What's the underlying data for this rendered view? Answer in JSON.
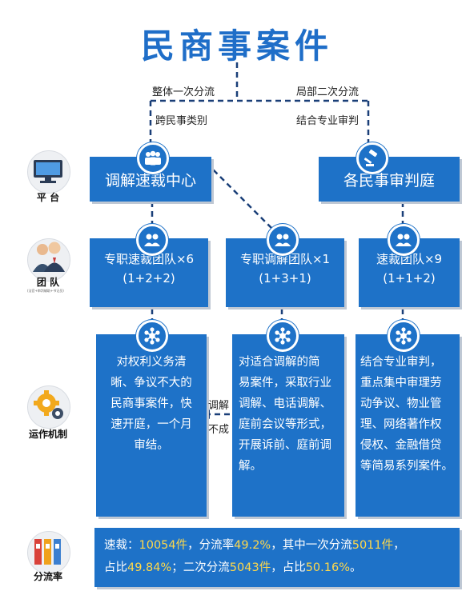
{
  "title": "民商事案件",
  "branches": {
    "left_line1": "整体一次分流",
    "left_line2": "跨民事类别",
    "right_line1": "局部二次分流",
    "right_line2": "结合专业审判"
  },
  "platforms": {
    "center": "调解速裁中心",
    "courts": "各民事审判庭"
  },
  "teams": [
    {
      "name": "专职速裁团队×6",
      "composition": "(1+2+2)"
    },
    {
      "name": "专职调解团队×1",
      "composition": "(1+3+1)"
    },
    {
      "name": "速裁团队×9",
      "composition": "(1+1+2)"
    }
  ],
  "operations": [
    {
      "lines": [
        "对权利义务清",
        "晰、争议不大的",
        "民商事案件，快",
        "速开庭，一个月",
        "审结。"
      ]
    },
    {
      "lines": [
        "对适合调解的简",
        "易案件，采取行业",
        "调解、电话调解、",
        "庭前会议等形式，",
        "开展诉前、庭前调",
        "解。"
      ]
    },
    {
      "lines": [
        "结合专业审判，",
        "重点集中审理劳",
        "动争议、物业管",
        "理、网络著作权",
        "侵权、金融借贷",
        "等简易系列案件。"
      ]
    }
  ],
  "mediation_fail": {
    "line1": "调解",
    "line2": "不成"
  },
  "side_labels": {
    "platform": "平 台",
    "team": "团 队",
    "team_sub": "(法官+审判辅助+书记员)",
    "operation": "运作机制",
    "diversion": "分流率"
  },
  "stats": {
    "l1_a": "速裁：",
    "l1_b": "10054件",
    "l1_c": "，分流率",
    "l1_d": "49.2%",
    "l1_e": "，其中一次分流",
    "l1_f": "5011件",
    "l1_g": "，",
    "l2_a": "占比",
    "l2_b": "49.84%",
    "l2_c": "；二次分流",
    "l2_d": "5043件",
    "l2_e": "，占比",
    "l2_f": "50.16%",
    "l2_g": "。"
  },
  "colors": {
    "primary": "#1e72c8",
    "highlight": "#ffd84a",
    "connector": "#1a3f78"
  }
}
